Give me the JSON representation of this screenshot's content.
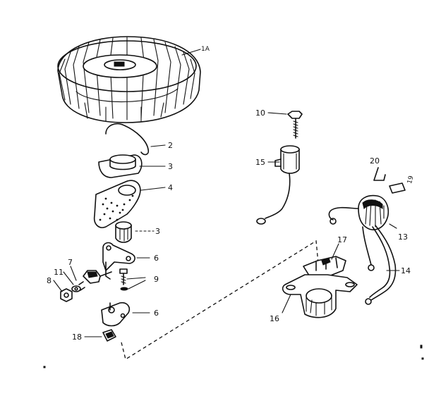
{
  "labels": {
    "flywheel": "1A",
    "spring": "2",
    "air_vane_upper": "3",
    "gasket": "4",
    "air_vane_lower": "3",
    "bracket_upper": "6",
    "spring_7": "7",
    "nut": "8",
    "screw": "9",
    "washer": "11",
    "bracket_lower": "6",
    "key": "18",
    "screw_10": "10",
    "condenser": "15",
    "clip": "20",
    "cover": "19",
    "coil": "13",
    "wire": "14",
    "points": "17",
    "base": "16"
  },
  "colors": {
    "ink": "#111111",
    "paper": "#ffffff"
  }
}
